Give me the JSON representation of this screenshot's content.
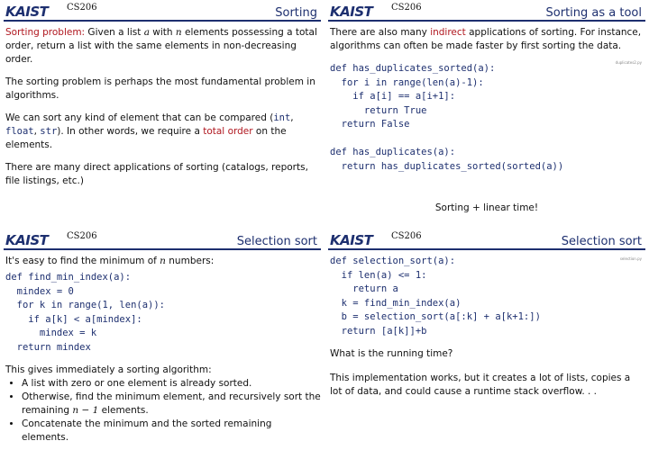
{
  "common": {
    "logo": "KAIST",
    "course": "CS206"
  },
  "slide1": {
    "title": "Sorting",
    "p1_label": "Sorting problem:",
    "p1_a": " Given a list ",
    "p1_var_a": "a",
    "p1_b": " with ",
    "p1_var_n": "n",
    "p1_c": " elements possessing a total order, return a list with the same elements in non-decreasing order.",
    "p2": "The sorting problem is perhaps the most fundamental problem in algorithms.",
    "p3_a": "We can sort any kind of element that can be compared (",
    "p3_int": "int",
    "p3_comma1": ", ",
    "p3_float": "float",
    "p3_comma2": ", ",
    "p3_str": "str",
    "p3_b": "). In other words, we require a ",
    "p3_total": "total order",
    "p3_c": " on the elements.",
    "p4": "There are many direct applications of sorting (catalogs, reports, file listings, etc.)"
  },
  "slide2": {
    "title": "Sorting as a tool",
    "p1_a": "There are also many ",
    "p1_indirect": "indirect",
    "p1_b": " applications of sorting. For instance, algorithms can often be made faster by first sorting the data.",
    "filename": "duplicates2.py",
    "code": "def has_duplicates_sorted(a):\n  for i in range(len(a)-1):\n    if a[i] == a[i+1]:\n      return True\n  return False\n\ndef has_duplicates(a):\n  return has_duplicates_sorted(sorted(a))",
    "footer": "Sorting + linear time!"
  },
  "slide3": {
    "title": "Selection sort",
    "p1_a": "It's easy to find the minimum of ",
    "p1_var_n": "n",
    "p1_b": " numbers:",
    "code": "def find_min_index(a):\n  mindex = 0\n  for k in range(1, len(a)):\n    if a[k] < a[mindex]:\n      mindex = k\n  return mindex",
    "p2": "This gives immediately a sorting algorithm:",
    "bullet1": "A list with zero or one element is already sorted.",
    "bullet2_a": "Otherwise, find the minimum element, and recursively sort the remaining ",
    "bullet2_math": "n − 1",
    "bullet2_b": " elements.",
    "bullet3": "Concatenate the minimum and the sorted remaining elements."
  },
  "slide4": {
    "title": "Selection sort",
    "filename": "selection.py",
    "code": "def selection_sort(a):\n  if len(a) <= 1:\n    return a\n  k = find_min_index(a)\n  b = selection_sort(a[:k] + a[k+1:])\n  return [a[k]]+b",
    "p1": "What is the running time?",
    "p2": "This implementation works, but it creates a lot of lists, copies a lot of data, and could cause a runtime stack overflow. . ."
  }
}
